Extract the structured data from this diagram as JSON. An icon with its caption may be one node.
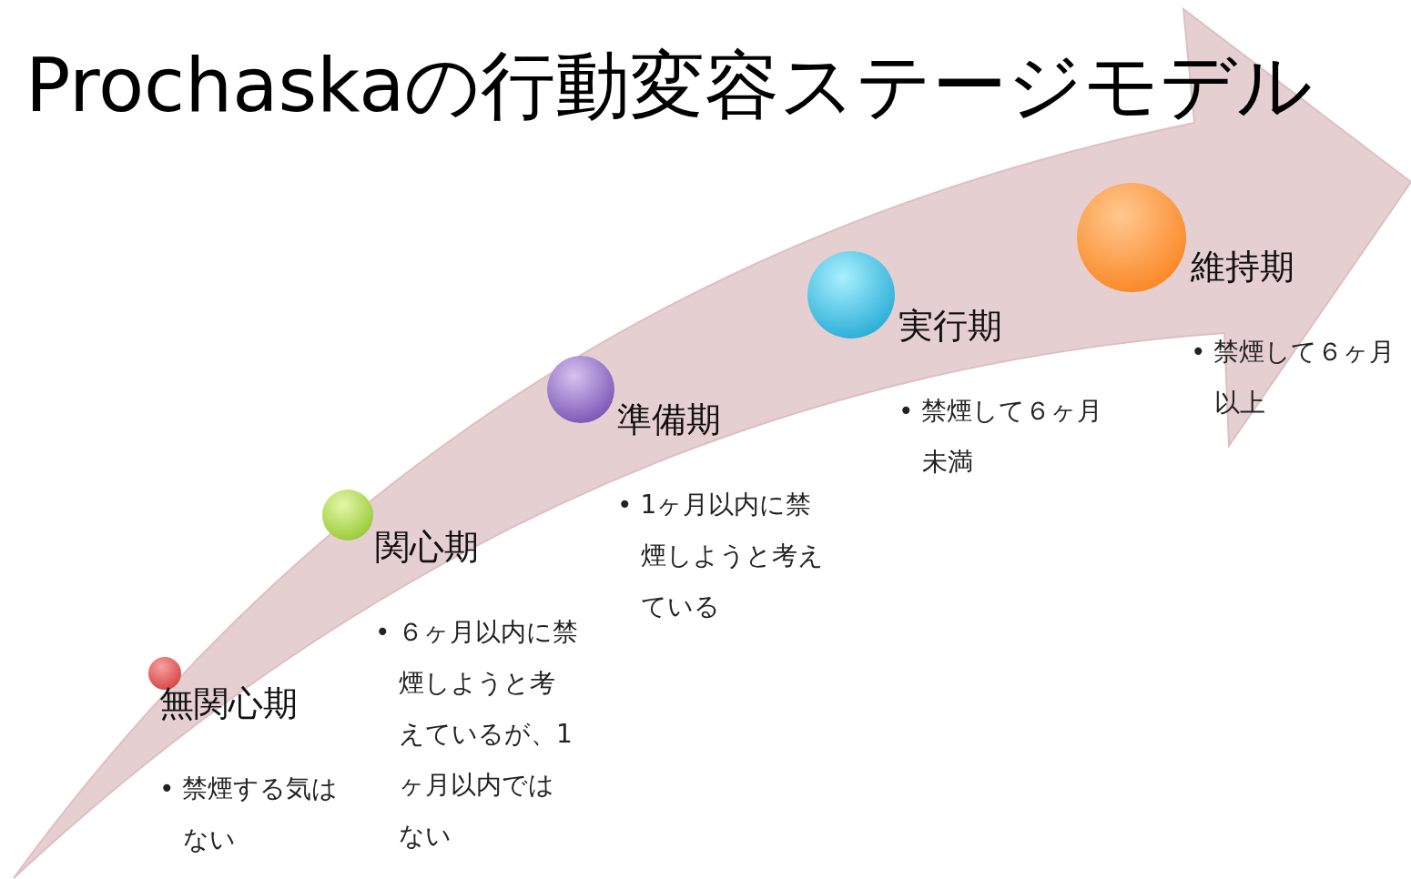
{
  "diagram": {
    "title": "Prochaskaの行動変容ステージモデル",
    "nodes": [
      {
        "text": [
          "無関心期",
          "• 禁煙する気はない"
        ]
      },
      {
        "text": [
          "関心期",
          "• ６ヶ月以内に禁煙しようと考えているが、1ヶ月以内ではない"
        ]
      },
      {
        "text": [
          "準備期",
          "• 1ヶ月以内に禁煙しようと考えている"
        ]
      },
      {
        "text": [
          "実行期",
          "• 禁煙して６ヶ月未満"
        ]
      },
      {
        "text": [
          "維持期",
          "• 禁煙して６ヶ月以上"
        ]
      }
    ],
    "edges": []
  }
}
